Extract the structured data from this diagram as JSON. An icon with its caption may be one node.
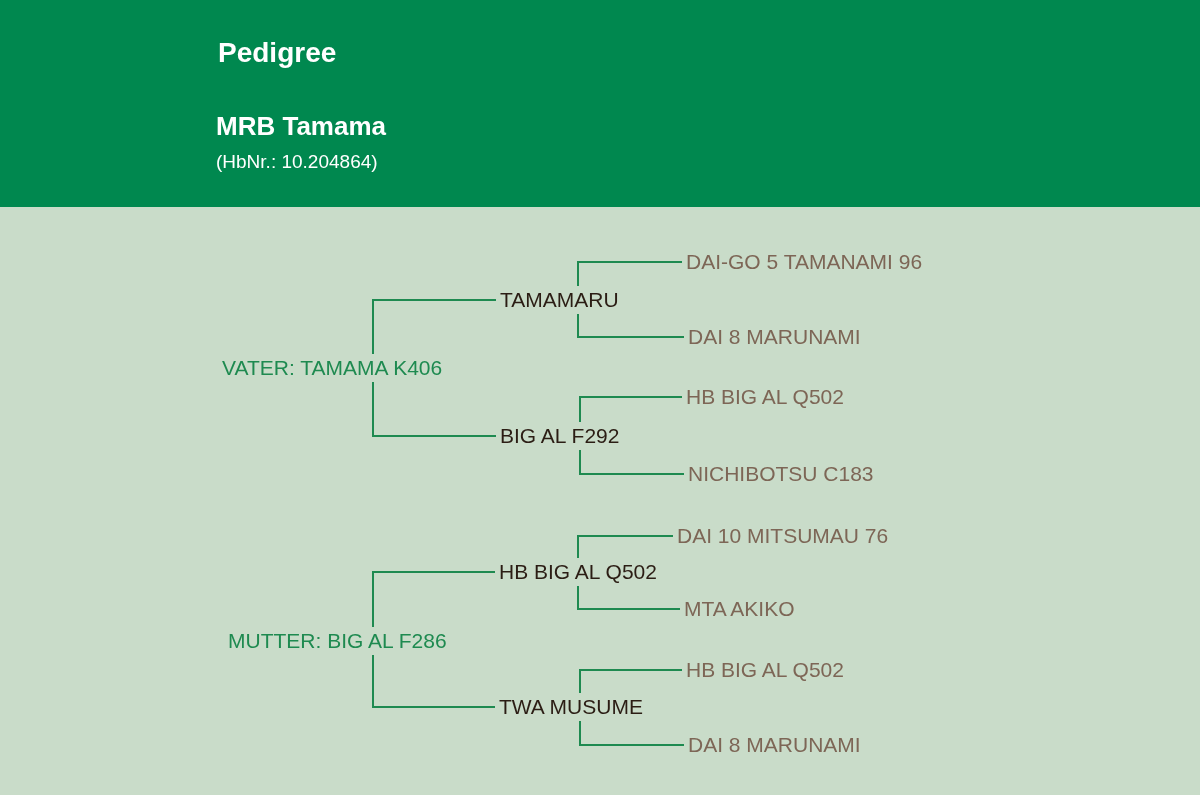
{
  "diagram": {
    "title": "Pedigree",
    "nodes": [
      {
        "text": [
          "VATER: TAMAMA K406"
        ]
      },
      {
        "text": [
          "TAMAMARU"
        ]
      },
      {
        "text": [
          "BIG AL F292"
        ]
      },
      {
        "text": [
          "DAI-GO 5 TAMANAMI 96"
        ]
      },
      {
        "text": [
          "DAI 8 MARUNAMI"
        ]
      },
      {
        "text": [
          "HB BIG AL Q502"
        ]
      },
      {
        "text": [
          "NICHIBOTSU C183"
        ]
      },
      {
        "text": [
          "MUTTER: BIG AL F286"
        ]
      },
      {
        "text": [
          "HB BIG AL Q502"
        ]
      },
      {
        "text": [
          "TWA MUSUME"
        ]
      },
      {
        "text": [
          "DAI 10 MITSUMAU 76"
        ]
      },
      {
        "text": [
          "MTA AKIKO"
        ]
      },
      {
        "text": [
          "HB BIG AL Q502"
        ]
      },
      {
        "text": [
          "DAI 8 MARUNAMI"
        ]
      }
    ],
    "edges": [
      {
        "from": 0,
        "to": 1,
        "arrow": "none"
      },
      {
        "from": 0,
        "to": 2,
        "arrow": "none"
      },
      {
        "from": 1,
        "to": 3,
        "arrow": "none"
      },
      {
        "from": 1,
        "to": 4,
        "arrow": "none"
      },
      {
        "from": 2,
        "to": 5,
        "arrow": "none"
      },
      {
        "from": 2,
        "to": 6,
        "arrow": "none"
      },
      {
        "from": 7,
        "to": 8,
        "arrow": "none"
      },
      {
        "from": 7,
        "to": 9,
        "arrow": "none"
      },
      {
        "from": 8,
        "to": 10,
        "arrow": "none"
      },
      {
        "from": 8,
        "to": 11,
        "arrow": "none"
      },
      {
        "from": 9,
        "to": 12,
        "arrow": "none"
      },
      {
        "from": 9,
        "to": 13,
        "arrow": "none"
      }
    ],
    "labels": [
      "MRB Tamama",
      "(HbNr.: 10.204864)"
    ]
  }
}
